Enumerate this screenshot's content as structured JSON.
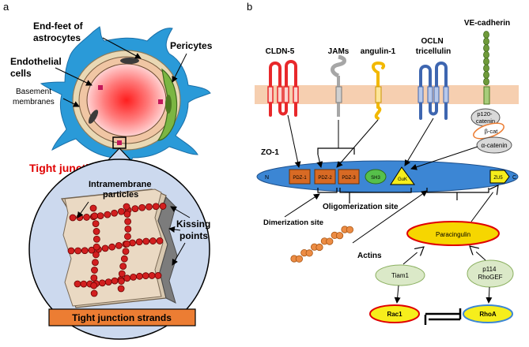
{
  "panel_a": {
    "letter": "a",
    "end_feet": [
      "End-feet of",
      "astrocytes"
    ],
    "pericytes": "Pericytes",
    "endothelial": [
      "Endothelial",
      "cells"
    ],
    "basement": [
      "Basement",
      "membranes"
    ],
    "tight_junctions": "Tight junctions",
    "intramembrane": [
      "Intramembrane",
      "particles"
    ],
    "kissing": [
      "Kissing",
      "points"
    ],
    "strands": "Tight junction strands"
  },
  "panel_b": {
    "letter": "b",
    "proteins": {
      "cldn5": "CLDN-5",
      "jams": "JAMs",
      "angulin": "angulin-1",
      "ocln": [
        "OCLN",
        "tricellulin"
      ],
      "vecad": "VE-cadherin"
    },
    "catenins": {
      "p120": [
        "p120-",
        "catenin"
      ],
      "beta": "β-cat",
      "alpha": "α-catenin"
    },
    "zo1": {
      "label": "ZO-1",
      "n": "N",
      "c": "C",
      "domains": [
        "PDZ-1",
        "PDZ-2",
        "PDZ-3",
        "SH3",
        "GuK",
        "ZU5"
      ]
    },
    "dimerization": "Dimerization site",
    "oligomerization": "Oligomerization site",
    "actins": "Actins",
    "paracingulin": "Paracingulin",
    "tiam1": "Tiam1",
    "p114": [
      "p114",
      "RhoGEF"
    ],
    "rac1": "Rac1",
    "rhoa": "RhoA"
  },
  "colors": {
    "membrane": "#f6cfb0",
    "cldn": "#e8282b",
    "jam": "#a6a6a6",
    "angulin": "#f2b800",
    "ocln": "#3e66b0",
    "vecad": "#6f9a3a",
    "zo1": "#3c86d4",
    "pdz": "#d86a24",
    "sh3": "#56c04a",
    "guk": "#f6ee1c",
    "tj_red": "#e00000",
    "strands_box": "#ec7d33",
    "astro": "#2a9ad8",
    "pericyte": "#7bb642"
  }
}
